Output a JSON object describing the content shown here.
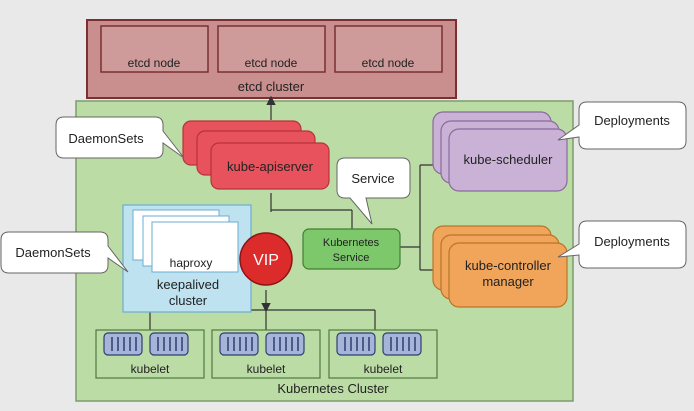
{
  "etcd": {
    "cluster_label": "etcd cluster",
    "nodes": [
      "etcd node",
      "etcd node",
      "etcd node"
    ]
  },
  "k8s": {
    "cluster_label": "Kubernetes Cluster",
    "apiserver_label": "kube-apiserver",
    "scheduler_label": "kube-scheduler",
    "controller_label_line1": "kube-controller",
    "controller_label_line2": "manager",
    "service_label_line1": "Kubernetes",
    "service_label_line2": "Service",
    "haproxy_label": "haproxy",
    "keepalived_line1": "keepalived",
    "keepalived_line2": "cluster",
    "vip_label": "VIP",
    "kubelet_labels": [
      "kubelet",
      "kubelet",
      "kubelet"
    ]
  },
  "callouts": {
    "daemonsets_top": "DaemonSets",
    "daemonsets_bottom": "DaemonSets",
    "deployments_top": "Deployments",
    "deployments_bottom": "Deployments",
    "service": "Service"
  },
  "colors": {
    "etcd_fill": "#c98f8f",
    "etcd_border": "#7a2f33",
    "k8s_fill": "#bcdca6",
    "api_fill": "#e8525c",
    "scheduler_fill": "#c9b2d6",
    "controller_fill": "#f0a55a",
    "service_fill": "#7cc86b",
    "vip_fill": "#dc2b2b",
    "keepalived_fill": "#bfe2f0"
  }
}
